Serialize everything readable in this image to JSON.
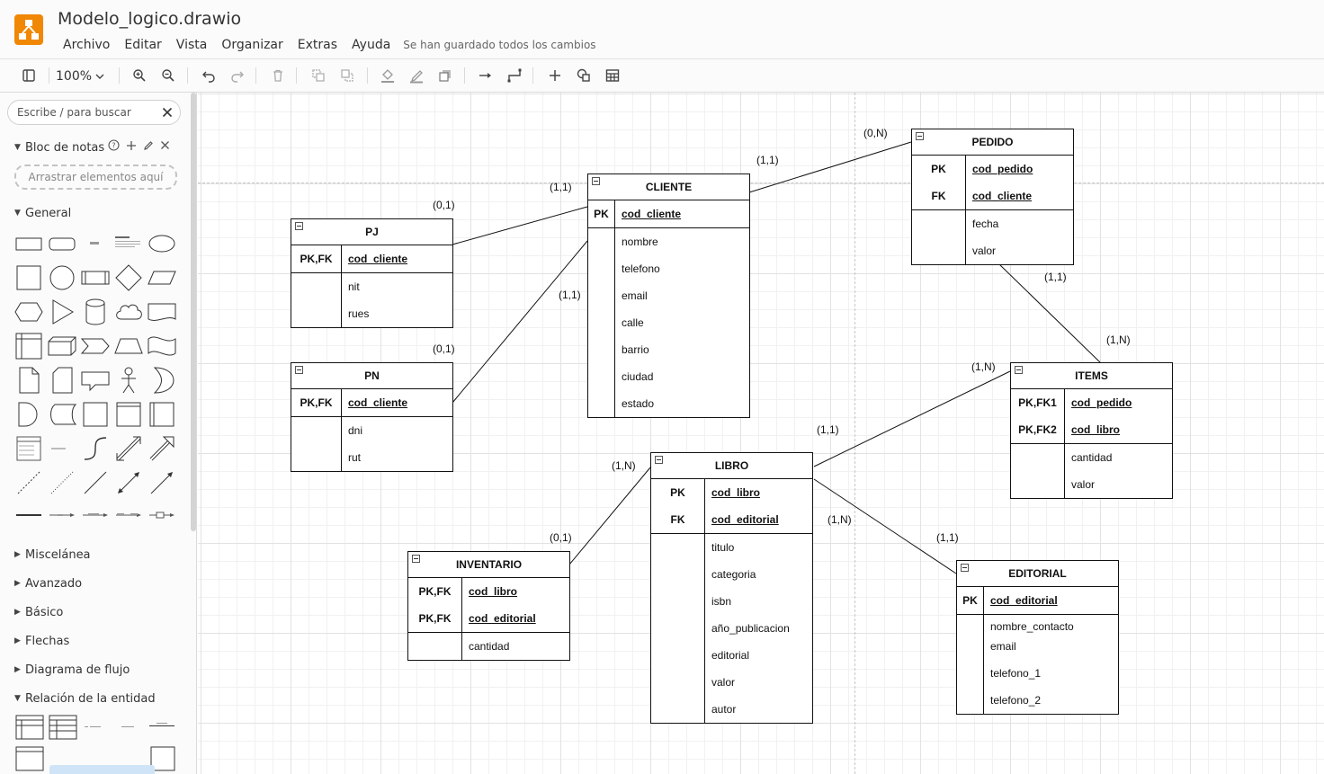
{
  "window": {
    "doc_title": "Modelo_logico.drawio",
    "save_status": "Se han guardado todos los cambios"
  },
  "menu": [
    "Archivo",
    "Editar",
    "Vista",
    "Organizar",
    "Extras",
    "Ayuda"
  ],
  "toolbar": {
    "zoom": "100%"
  },
  "sidebar": {
    "search_placeholder": "Escribe / para buscar",
    "scratchpad_title": "Bloc de notas",
    "scratchpad_drop": "Arrastrar elementos aquí",
    "general_title": "General",
    "collapsed_sections": [
      "Miscelánea",
      "Avanzado",
      "Básico",
      "Flechas",
      "Diagrama de flujo"
    ],
    "erd_title": "Relación de la entidad"
  },
  "diagram": {
    "tables": [
      {
        "id": "pj",
        "name": "PJ",
        "keys": [
          {
            "key": "PK,FK",
            "attr": "cod_cliente"
          }
        ],
        "attrs": [
          "nit",
          "rues"
        ]
      },
      {
        "id": "pn",
        "name": "PN",
        "keys": [
          {
            "key": "PK,FK",
            "attr": "cod_cliente"
          }
        ],
        "attrs": [
          "dni",
          "rut"
        ]
      },
      {
        "id": "cliente",
        "name": "CLIENTE",
        "keys": [
          {
            "key": "PK",
            "attr": "cod_cliente"
          }
        ],
        "attrs": [
          "nombre",
          "telefono",
          "email",
          "calle",
          "barrio",
          "ciudad",
          "estado"
        ]
      },
      {
        "id": "pedido",
        "name": "PEDIDO",
        "keys": [
          {
            "key": "PK",
            "attr": "cod_pedido"
          },
          {
            "key": "FK",
            "attr": "cod_cliente"
          }
        ],
        "attrs": [
          "fecha",
          "valor"
        ]
      },
      {
        "id": "items",
        "name": "ITEMS",
        "keys": [
          {
            "key": "PK,FK1",
            "attr": "cod_pedido"
          },
          {
            "key": "PK,FK2",
            "attr": "cod_libro"
          }
        ],
        "attrs": [
          "cantidad",
          "valor"
        ]
      },
      {
        "id": "libro",
        "name": "LIBRO",
        "keys": [
          {
            "key": "PK",
            "attr": "cod_libro"
          },
          {
            "key": "FK",
            "attr": "cod_editorial"
          }
        ],
        "attrs": [
          "titulo",
          "categoria",
          "isbn",
          "año_publicacion",
          "editorial",
          "valor",
          "autor"
        ]
      },
      {
        "id": "inventario",
        "name": "INVENTARIO",
        "keys": [
          {
            "key": "PK,FK",
            "attr": "cod_libro"
          },
          {
            "key": "PK,FK",
            "attr": "cod_editorial"
          }
        ],
        "attrs": [
          "cantidad"
        ]
      },
      {
        "id": "editorial",
        "name": "EDITORIAL",
        "keys": [
          {
            "key": "PK",
            "attr": "cod_editorial"
          }
        ],
        "attrs": [
          "nombre_contacto",
          "email",
          "telefono_1",
          "telefono_2"
        ]
      }
    ],
    "cardinalities": [
      "(0,1)",
      "(1,1)",
      "(0,1)",
      "(1,1)",
      "(1,1)",
      "(0,N)",
      "(1,1)",
      "(1,N)",
      "(1,N)",
      "(1,1)",
      "(1,N)",
      "(0,1)",
      "(1,N)",
      "(1,1)"
    ]
  }
}
